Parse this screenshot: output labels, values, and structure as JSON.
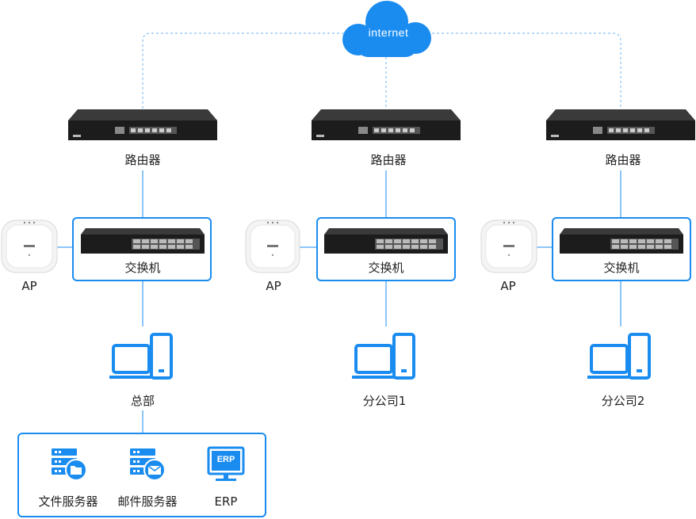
{
  "cloud": {
    "label": "internet"
  },
  "branches": [
    {
      "router_label": "路由器",
      "switch_label": "交换机",
      "ap_label": "AP",
      "site_label": "总部"
    },
    {
      "router_label": "路由器",
      "switch_label": "交换机",
      "ap_label": "AP",
      "site_label": "分公司1"
    },
    {
      "router_label": "路由器",
      "switch_label": "交换机",
      "ap_label": "AP",
      "site_label": "分公司2"
    }
  ],
  "servers": [
    {
      "label": "文件服务器",
      "icon": "file-server-icon"
    },
    {
      "label": "邮件服务器",
      "icon": "mail-server-icon"
    },
    {
      "label": "ERP",
      "icon": "erp-monitor-icon",
      "screen_text": "ERP"
    }
  ],
  "colors": {
    "accent": "#1a8cf0",
    "dashed_line": "#6fb5f2",
    "device_dark": "#1c1c1c",
    "ap_white": "#f4f4f4"
  }
}
